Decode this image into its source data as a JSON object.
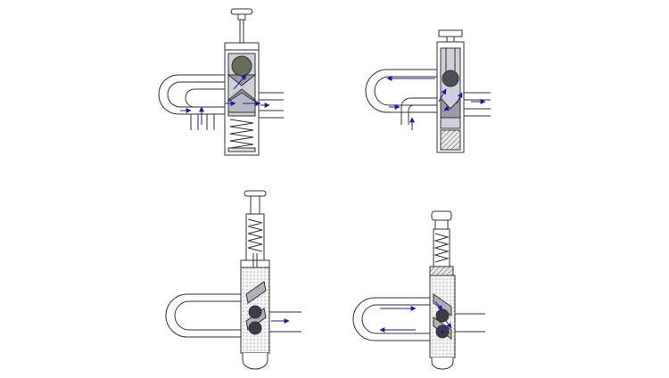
{
  "figure": {
    "panels": [
      {
        "id": "a",
        "arrow_color": "#1a1aa8",
        "body_fill": "#cfd0da",
        "ball_fill": "#6b6b5a"
      },
      {
        "id": "b",
        "arrow_color": "#1a1aa8",
        "body_fill": "#cfd0da",
        "ball_fill": "#4e4e58"
      },
      {
        "id": "c",
        "arrow_color": "#1a1aa8",
        "body_fill": "#d8d8dc",
        "ball_fill": "#3c3c48"
      },
      {
        "id": "d",
        "arrow_color": "#1a1aa8",
        "body_fill": "#d8d8dc",
        "ball_fill": "#3c3c48"
      }
    ],
    "colors": {
      "line": "#333333",
      "arrow": "#1a1aa8",
      "background": "#ffffff"
    }
  }
}
